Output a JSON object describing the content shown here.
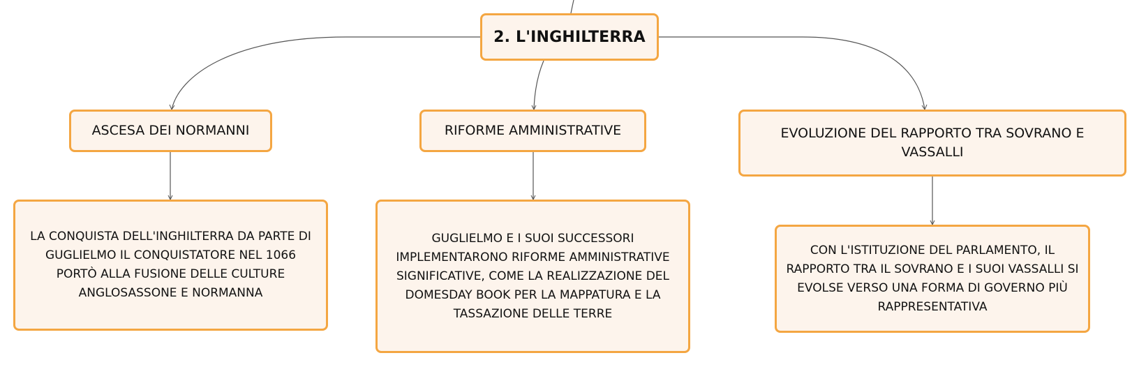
{
  "mindmap": {
    "root": {
      "label": "2. L'INGHILTERRA"
    },
    "topics": [
      {
        "label": "ASCESA DEI NORMANNI",
        "detail": "LA CONQUISTA DELL'INGHILTERRA DA PARTE DI GUGLIELMO IL CONQUISTATORE NEL 1066 PORTÒ ALLA FUSIONE DELLE CULTURE ANGLOSASSONE E NORMANNA"
      },
      {
        "label": "RIFORME AMMINISTRATIVE",
        "detail": "GUGLIELMO E I SUOI SUCCESSORI IMPLEMENTARONO RIFORME AMMINISTRATIVE SIGNIFICATIVE, COME LA REALIZZAZIONE DEL DOMESDAY BOOK PER LA MAPPATURA E LA TASSAZIONE DELLE TERRE"
      },
      {
        "label": "EVOLUZIONE DEL RAPPORTO TRA SOVRANO E VASSALLI",
        "detail": "CON L'ISTITUZIONE DEL PARLAMENTO, IL RAPPORTO TRA IL SOVRANO E I SUOI VASSALLI SI EVOLSE VERSO UNA FORMA DI GOVERNO PIÙ RAPPRESENTATIVA"
      }
    ]
  },
  "colors": {
    "node_border": "#f4a642",
    "node_fill": "#fdf4ec",
    "connector": "#555555",
    "text": "#111111"
  }
}
